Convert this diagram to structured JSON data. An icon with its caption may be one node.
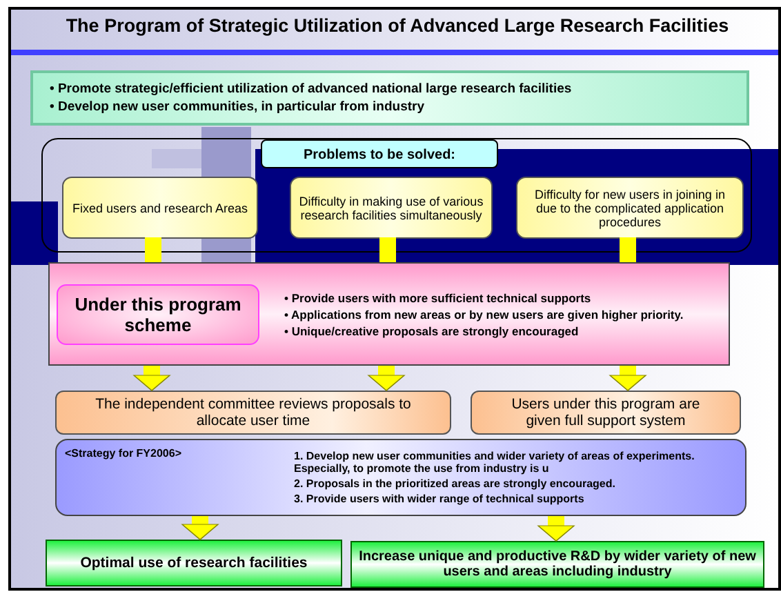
{
  "diagram": {
    "title": "The Program of Strategic Utilization of Advanced Large Research Facilities",
    "nodes": [
      {
        "text": [
          "• Promote strategic/efficient utilization of advanced national large research facilities",
          "• Develop new user communities, in particular from industry"
        ]
      },
      {
        "text": [
          "Problems to be solved:"
        ]
      },
      {
        "text": [
          "Fixed users and research Areas"
        ],
        "in": 1
      },
      {
        "text": [
          "Difficulty in making  use of various research facilities simultaneously"
        ],
        "in": 1
      },
      {
        "text": [
          "Difficulty for new users in joining in due to the complicated application procedures"
        ],
        "in": 1
      },
      {
        "text": [
          "• Provide users with more sufficient technical supports",
          "• Applications from new areas or by new users are given higher priority.",
          "• Unique/creative proposals are strongly encouraged"
        ]
      },
      {
        "text": [
          "Under this program scheme"
        ],
        "in": 5
      },
      {
        "text": [
          "The independent committee reviews proposals to allocate user time"
        ]
      },
      {
        "text": [
          "Users under this program are given full support system"
        ]
      },
      {
        "text": [
          "<Strategy for FY2006>",
          "1. Develop new user communities and wider variety of areas of experiments. Especially, to promote the use from industry is u",
          "2. Proposals in the prioritized areas are strongly encouraged.",
          "3. Provide users with wider range of technical supports"
        ]
      },
      {
        "text": [
          "Optimal use of research facilities"
        ]
      },
      {
        "text": [
          "Increase unique and productive R&D by wider variety of new users and areas including industry"
        ]
      }
    ],
    "edges": [
      {
        "from": 2,
        "to": 5,
        "arrow": "none"
      },
      {
        "from": 3,
        "to": 5,
        "arrow": "none"
      },
      {
        "from": 4,
        "to": 5,
        "arrow": "none"
      },
      {
        "from": 5,
        "to": 7,
        "arrow": "to"
      },
      {
        "from": 5,
        "to": 7,
        "arrow": "to"
      },
      {
        "from": 5,
        "to": 8,
        "arrow": "to"
      },
      {
        "from": 9,
        "to": 10,
        "arrow": "to"
      },
      {
        "from": 9,
        "to": 11,
        "arrow": "to"
      }
    ]
  }
}
